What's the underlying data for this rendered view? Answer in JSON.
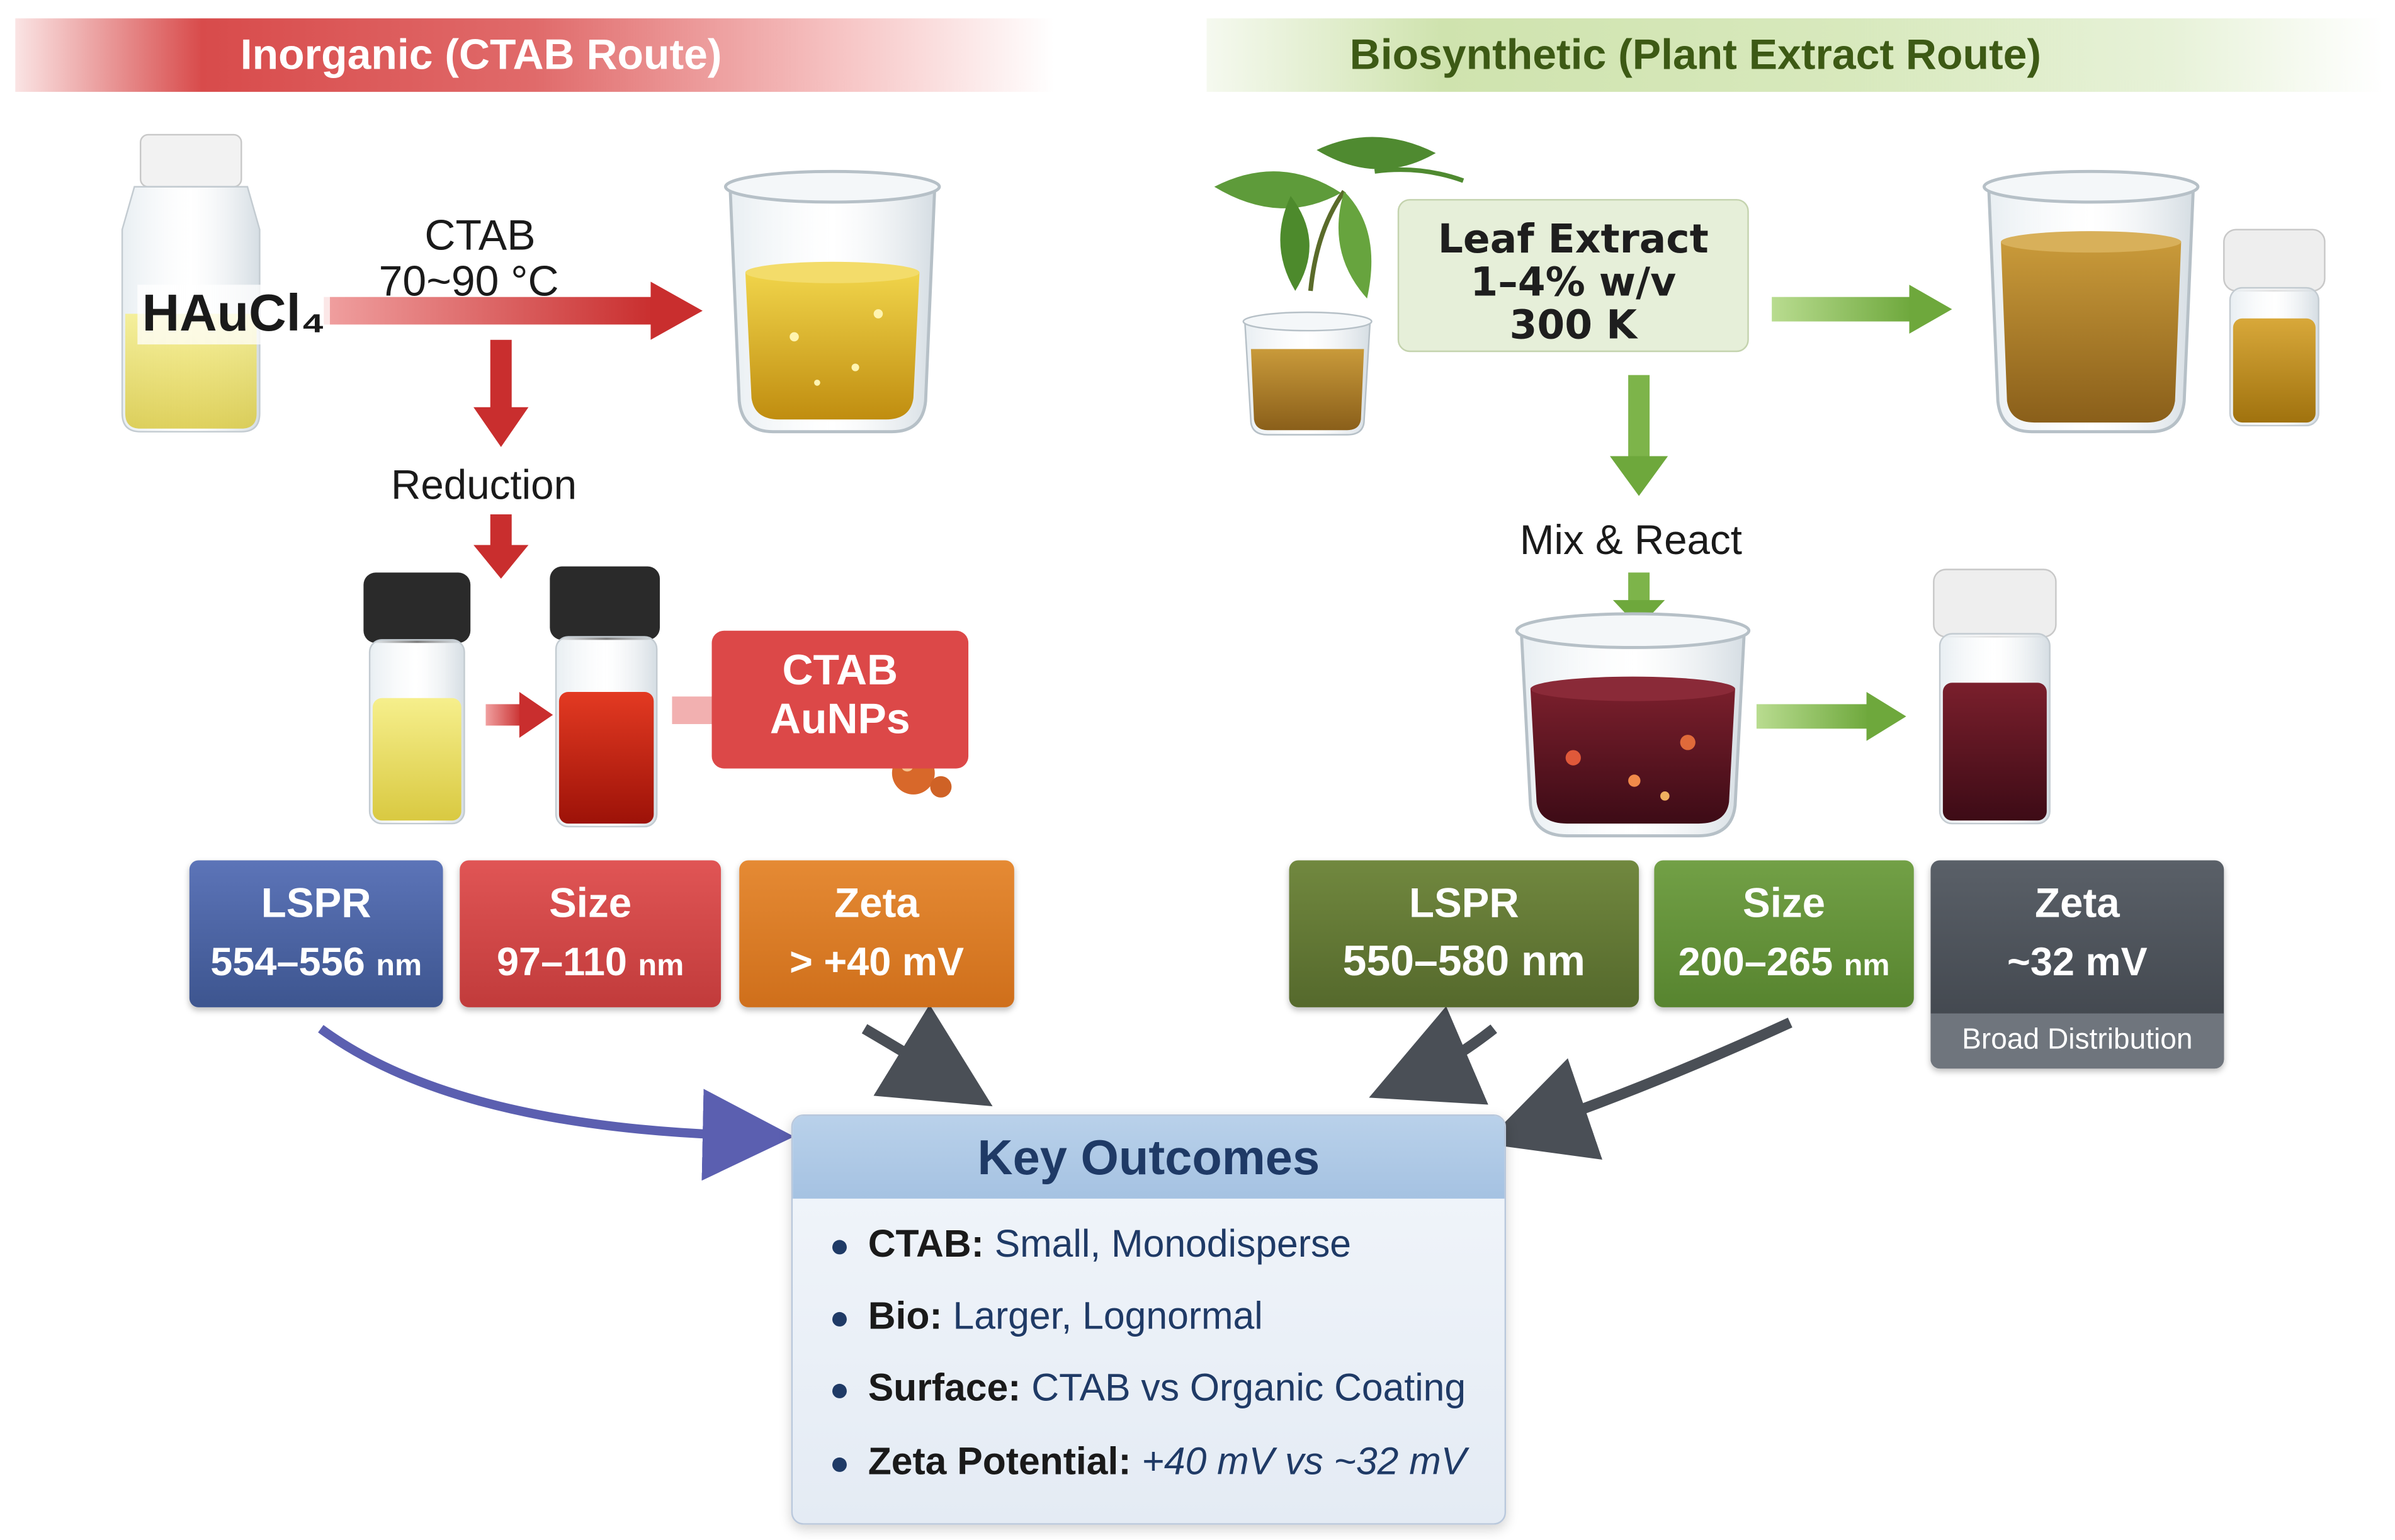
{
  "left_route": {
    "title": "Inorganic (CTAB Route)",
    "precursor": "HAuCl₄",
    "arrow_top": "CTAB",
    "arrow_bottom": "70~90 °C",
    "step": "Reduction",
    "product_line1": "CTAB",
    "product_line2": "AuNPs",
    "metrics": {
      "lspr": {
        "label": "LSPR",
        "value": "554–556",
        "unit": "nm"
      },
      "size": {
        "label": "Size",
        "value": "97–110",
        "unit": "nm"
      },
      "zeta": {
        "label": "Zeta",
        "value": "> +40 mV"
      }
    }
  },
  "right_route": {
    "title": "Biosynthetic (Plant Extract Route)",
    "extract_line1": "Leaf Extract",
    "extract_line2": "1–4% w/v",
    "extract_line3": "300 K",
    "step": "Mix & React",
    "metrics": {
      "lspr": {
        "label": "LSPR",
        "value": "550–580 nm"
      },
      "size": {
        "label": "Size",
        "value": "200–265",
        "unit": "nm"
      },
      "zeta": {
        "label": "Zeta",
        "value": "~32 mV",
        "note": "Broad Distribution"
      }
    }
  },
  "outcomes": {
    "title": "Key Outcomes",
    "items": [
      {
        "label": "CTAB:",
        "text": "Small, Monodisperse"
      },
      {
        "label": "Bio:",
        "text": "Larger, Lognormal"
      },
      {
        "label": "Surface:",
        "text": "CTAB vs Organic Coating"
      },
      {
        "label": "Zeta Potential:",
        "text": "+40 mV vs ~32 mV"
      }
    ]
  },
  "colors": {
    "inorganic_red": "#d84b4b",
    "bio_green": "#6ea83c",
    "lspr_blue": "#4a62a3",
    "zeta_orange": "#dd7a26",
    "dark_gray": "#4a4f56",
    "outcome_blue": "#1f3a66"
  }
}
